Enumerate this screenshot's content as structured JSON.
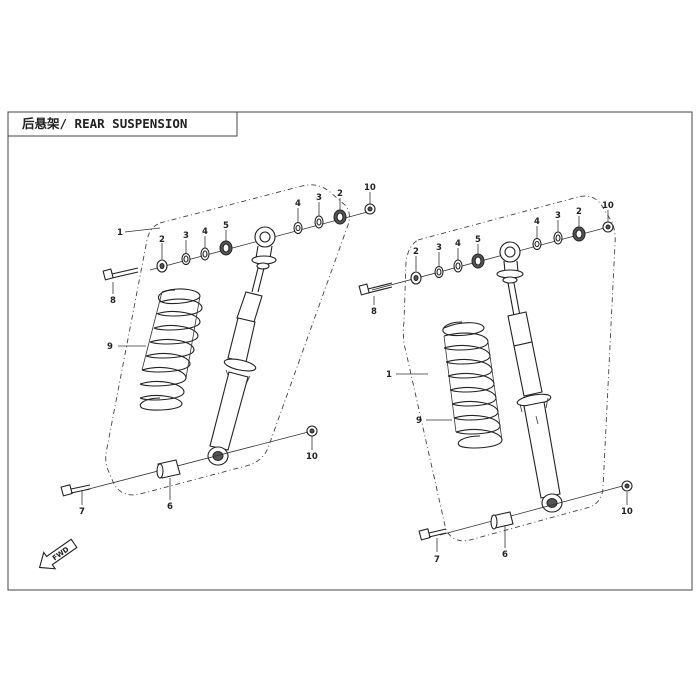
{
  "title": "后悬架/ REAR SUSPENSION",
  "fwd_label": "FWD",
  "left_assembly": {
    "labels": [
      "1",
      "2",
      "3",
      "4",
      "5",
      "4",
      "3",
      "2",
      "10",
      "8",
      "9",
      "7",
      "6",
      "10"
    ]
  },
  "right_assembly": {
    "labels": [
      "2",
      "3",
      "4",
      "5",
      "4",
      "3",
      "2",
      "10",
      "8",
      "1",
      "9",
      "7",
      "6",
      "10"
    ]
  }
}
